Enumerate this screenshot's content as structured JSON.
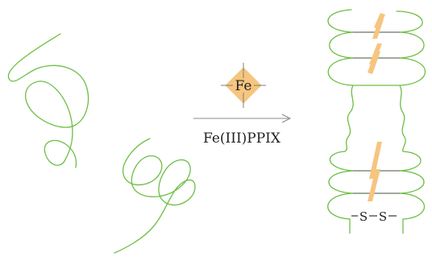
{
  "colors": {
    "strand": "#6dbe45",
    "heme": "#f6c57f",
    "line": "#7f7f7f",
    "arrow": "#8c8c8c",
    "text": "#231f20"
  },
  "labels": {
    "metal": "Fe",
    "reagent": "Fe(III)PPIX",
    "disulfide_s1": "S",
    "disulfide_s2": "S"
  },
  "icons": {
    "heme_diamond": "fe-diamond-icon",
    "arrow": "reaction-arrow-icon"
  }
}
